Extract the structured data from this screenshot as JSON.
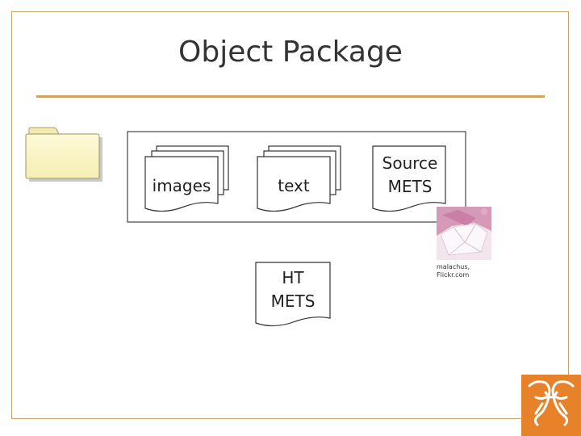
{
  "slide": {
    "title": "Object Package"
  },
  "package": {
    "items": [
      {
        "label": "images"
      },
      {
        "label": "text"
      },
      {
        "label": "Source METS"
      }
    ]
  },
  "standalone": {
    "label": "HT METS"
  },
  "photo": {
    "credit": "malachus, Flickr.com"
  },
  "colors": {
    "frame_border": "#c8a36a",
    "title_rule": "#d2a25e",
    "folder_fill": "#fbf5c4",
    "logo_orange": "#e8822a"
  },
  "icons": {
    "folder": "folder-icon",
    "logo": "elephant-logo-icon",
    "photo": "origami-box-photo"
  }
}
